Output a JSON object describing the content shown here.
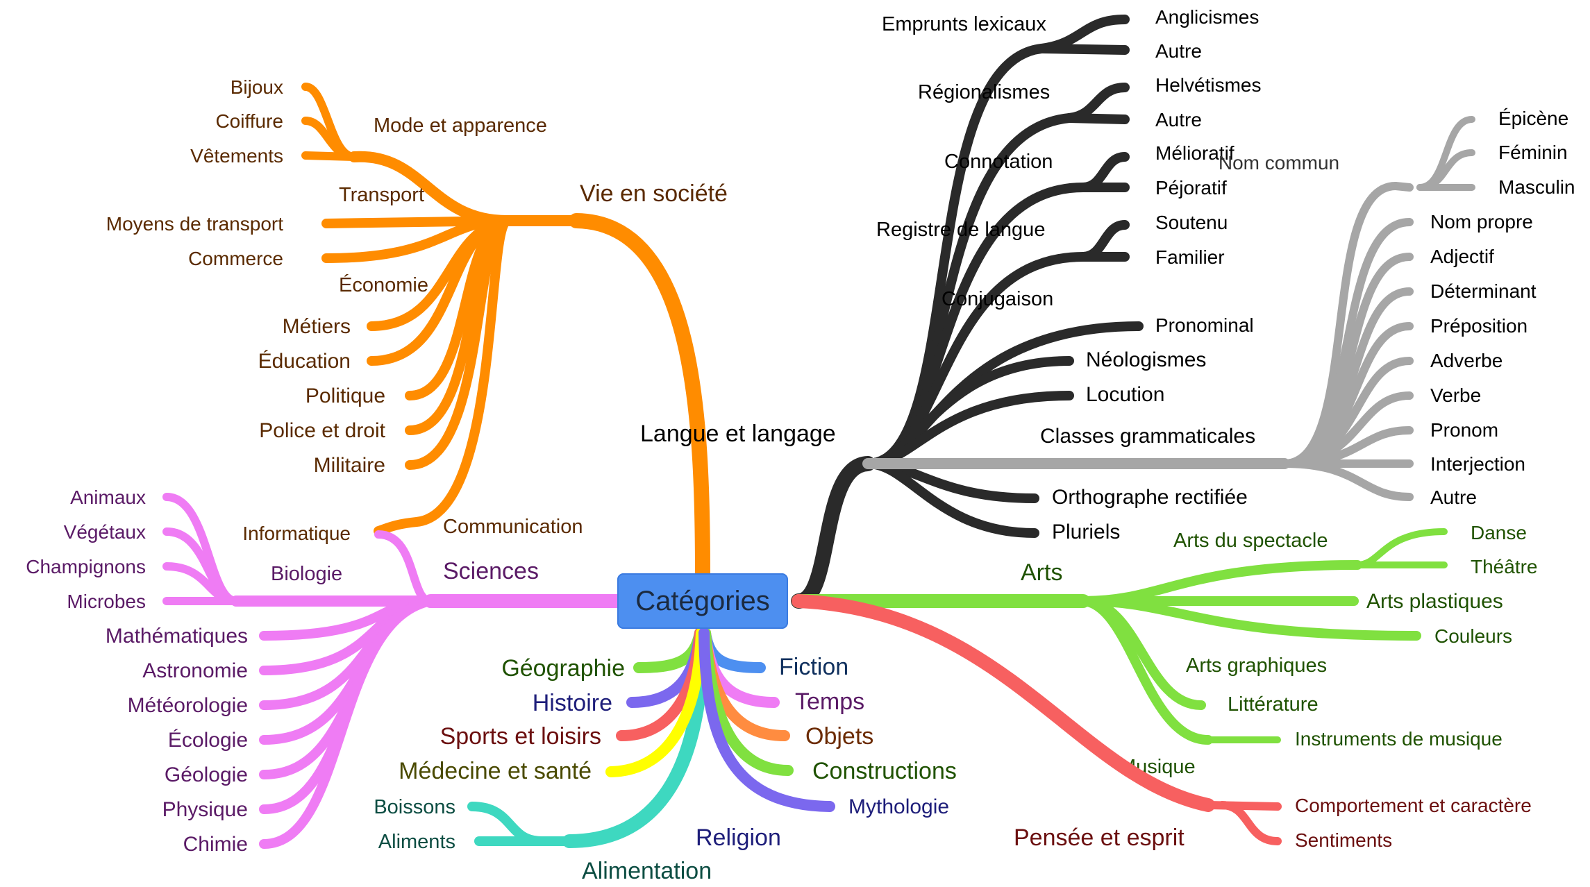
{
  "center": {
    "label": "Catégories",
    "color": "#4d8ff0"
  },
  "branches": [
    {
      "key": "vie",
      "label": "Vie en société",
      "color": "#ff8c00",
      "text_color": "#5a2a00",
      "children": [
        {
          "key": "mode",
          "label": "Mode et apparence",
          "children": [
            "Bijoux",
            "Coiffure",
            "Vêtements"
          ]
        },
        {
          "key": "transport",
          "label": "Transport",
          "children": [
            "Moyens de transport"
          ]
        },
        {
          "key": "economie",
          "label": "Économie",
          "children": [
            "Commerce"
          ]
        },
        {
          "key": "metiers",
          "label": "Métiers"
        },
        {
          "key": "education",
          "label": "Éducation"
        },
        {
          "key": "politique",
          "label": "Politique"
        },
        {
          "key": "police",
          "label": "Police et droit"
        },
        {
          "key": "militaire",
          "label": "Militaire"
        },
        {
          "key": "communication",
          "label": "Communication",
          "children": [
            "Informatique"
          ]
        }
      ]
    },
    {
      "key": "langue",
      "label": "Langue et langage",
      "color": "#2a2a2a",
      "text_color": "#000000",
      "children": [
        {
          "key": "emprunts",
          "label": "Emprunts lexicaux",
          "children": [
            "Anglicismes",
            "Autre"
          ]
        },
        {
          "key": "regionalismes",
          "label": "Régionalismes",
          "children": [
            "Helvétismes",
            "Autre"
          ]
        },
        {
          "key": "connotation",
          "label": "Connotation",
          "children": [
            "Mélioratif",
            "Péjoratif"
          ]
        },
        {
          "key": "registre",
          "label": "Registre de langue",
          "children": [
            "Soutenu",
            "Familier"
          ]
        },
        {
          "key": "conjugaison",
          "label": "Conjugaison",
          "children": [
            "Pronominal"
          ]
        },
        {
          "key": "neologismes",
          "label": "Néologismes"
        },
        {
          "key": "locution",
          "label": "Locution"
        },
        {
          "key": "classes",
          "label": "Classes grammaticales",
          "color": "#a6a6a6",
          "children": [
            {
              "label": "Nom commun",
              "children": [
                "Épicène",
                "Féminin",
                "Masculin"
              ]
            },
            "Nom propre",
            "Adjectif",
            "Déterminant",
            "Préposition",
            "Adverbe",
            "Verbe",
            "Pronom",
            "Interjection",
            "Autre"
          ]
        },
        {
          "key": "orthographe",
          "label": "Orthographe rectifiée"
        },
        {
          "key": "pluriels",
          "label": "Pluriels"
        }
      ]
    },
    {
      "key": "sciences",
      "label": "Sciences",
      "color": "#ef7cf4",
      "text_color": "#5a1a66",
      "children": [
        {
          "key": "biologie",
          "label": "Biologie",
          "children": [
            "Animaux",
            "Végétaux",
            "Champignons",
            "Microbes"
          ]
        },
        "Mathématiques",
        "Astronomie",
        "Météorologie",
        "Écologie",
        "Géologie",
        "Physique",
        "Chimie"
      ]
    },
    {
      "key": "arts",
      "label": "Arts",
      "color": "#80e040",
      "text_color": "#1f5200",
      "children": [
        {
          "key": "spectacle",
          "label": "Arts du spectacle",
          "children": [
            "Danse",
            "Théâtre"
          ]
        },
        "Arts plastiques",
        {
          "key": "graphiques",
          "label": "Arts graphiques",
          "children": [
            "Couleurs"
          ]
        },
        "Littérature",
        {
          "key": "musique",
          "label": "Musique",
          "children": [
            "Instruments de musique"
          ]
        }
      ]
    },
    {
      "key": "pensee",
      "label": "Pensée et esprit",
      "color": "#f76060",
      "text_color": "#6b0f0f",
      "children": [
        "Comportement et caractère",
        "Sentiments"
      ]
    },
    {
      "key": "alimentation",
      "label": "Alimentation",
      "color": "#3ed8c0",
      "text_color": "#0c4d42",
      "children": [
        "Boissons",
        "Aliments"
      ]
    }
  ],
  "small_branches": [
    {
      "label": "Géographie",
      "color": "#80e040",
      "text_color": "#1f5200"
    },
    {
      "label": "Histoire",
      "color": "#7b68ee",
      "text_color": "#1e1e7a"
    },
    {
      "label": "Sports et loisirs",
      "color": "#f76060",
      "text_color": "#6b0f0f"
    },
    {
      "label": "Médecine et santé",
      "color": "#ffff00",
      "text_color": "#4a4a00"
    },
    {
      "label": "Fiction",
      "color": "#4d8ff0",
      "text_color": "#10305e"
    },
    {
      "label": "Temps",
      "color": "#ef7cf4",
      "text_color": "#5a1a66"
    },
    {
      "label": "Objets",
      "color": "#ff8c40",
      "text_color": "#6b2a00"
    },
    {
      "label": "Constructions",
      "color": "#80e040",
      "text_color": "#1f5200"
    },
    {
      "label": "Mythologie",
      "color": "#7b68ee",
      "text_color": "#1e1e7a"
    },
    {
      "label": "Religion",
      "color": "#7b68ee",
      "text_color": "#1e1e7a"
    }
  ]
}
